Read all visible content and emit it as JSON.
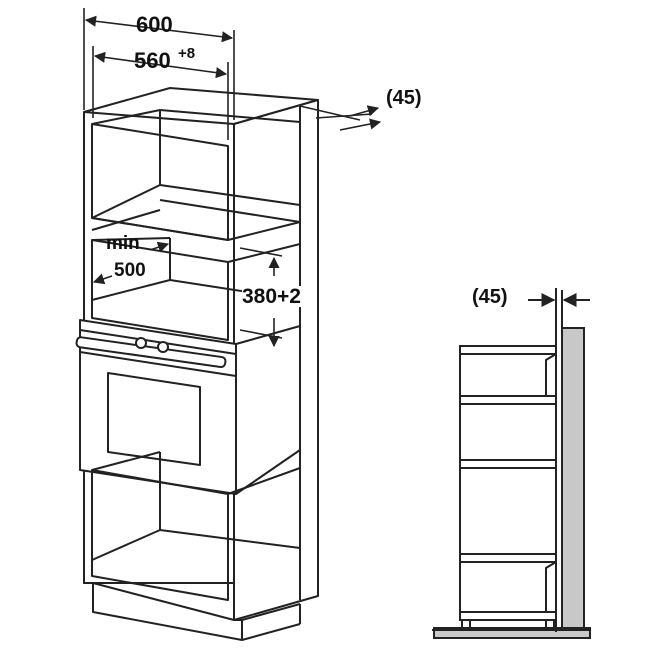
{
  "dimensions": {
    "width_label": "600",
    "inner_width_label": "560",
    "inner_width_tolerance": "+8",
    "depth_offset_label": "(45)",
    "min_label": "min",
    "min_value": "500",
    "opening_height_label": "380+2",
    "side_offset_label": "(45)"
  },
  "colors": {
    "line": "#222222",
    "wall": "#c8c8c8"
  }
}
